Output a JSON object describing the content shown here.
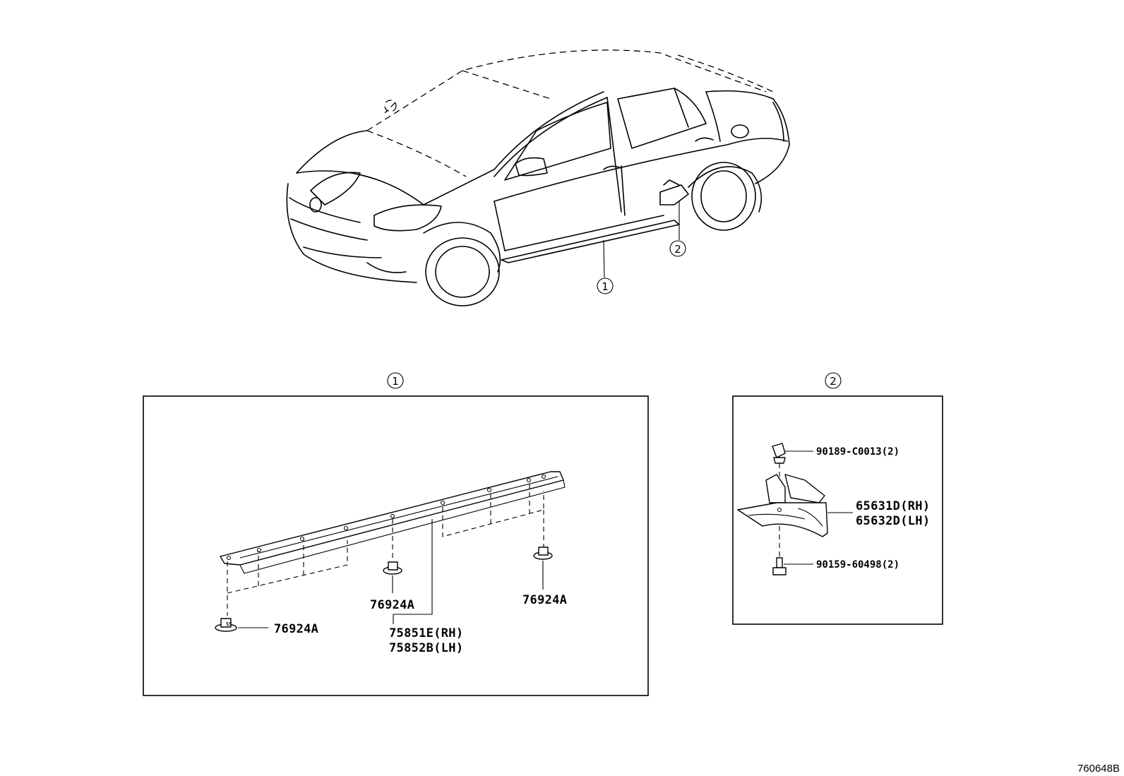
{
  "callouts": {
    "one": "1",
    "two": "2"
  },
  "panel1": {
    "heading": "1",
    "clip_left": "76924A",
    "clip_mid": "76924A",
    "clip_right": "76924A",
    "moulding_rh": "75851E(RH)",
    "moulding_lh": "75852B(LH)"
  },
  "panel2": {
    "heading": "2",
    "clip": "90189-C0013(2)",
    "guard_rh": "65631D(RH)",
    "guard_lh": "65632D(LH)",
    "screw": "90159-60498(2)"
  },
  "reference": "760648B"
}
